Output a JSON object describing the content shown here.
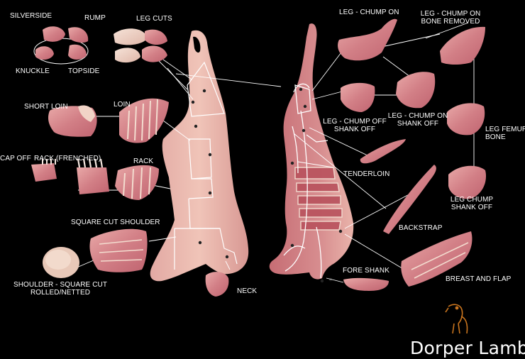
{
  "labels": {
    "silverside": "SILVERSIDE",
    "rump": "RUMP",
    "knuckle": "KNUCKLE",
    "topside": "TOPSIDE",
    "leg_cuts": "LEG CUTS",
    "short_loin": "SHORT LOIN",
    "loin": "LOIN",
    "rack_frenched": "RACK (FRENCHED)",
    "cap_off": "CAP OFF",
    "rack": "RACK",
    "square_cut_shoulder": "SQUARE CUT SHOULDER",
    "shoulder_rolled_1": "SHOULDER - SQUARE CUT",
    "shoulder_rolled_2": "ROLLED/NETTED",
    "neck": "NECK",
    "leg_chump_on": "LEG -  CHUMP ON",
    "leg_chump_on_bone_removed_1": "LEG - CHUMP ON",
    "leg_chump_on_bone_removed_2": "BONE REMOVED",
    "leg_chump_off_shank_off_1": "LEG - CHUMP OFF",
    "leg_chump_off_shank_off_2": "SHANK OFF",
    "leg_chump_on_shank_off_1": "LEG - CHUMP ON",
    "leg_chump_on_shank_off_2": "SHANK OFF",
    "leg_femur_bone_1": "LEG FEMUR",
    "leg_femur_bone_2": "BONE",
    "tenderloin": "TENDERLOIN",
    "leg_chump_shank_off_1": "LEG CHUMP",
    "leg_chump_shank_off_2": "SHANK OFF",
    "backstrap": "BACKSTRAP",
    "fore_shank": "FORE SHANK",
    "breast_and_flap": "BREAST AND FLAP"
  },
  "brand": {
    "name": "Dorper Lamb",
    "reg": "®",
    "icon": "lamb-icon",
    "icon_color": "#c8741e"
  },
  "colors": {
    "background": "#000000",
    "meat": "#d98a8e",
    "meat_dark": "#b8505a",
    "fat": "#f2dcd0",
    "lines": "#ffffff"
  }
}
